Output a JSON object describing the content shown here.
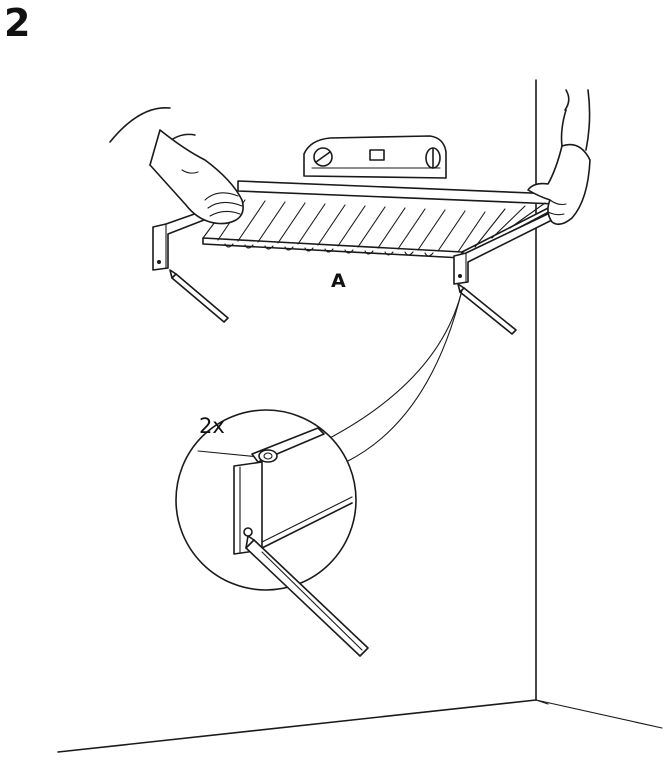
{
  "step": {
    "number": "2"
  },
  "part_label": "A",
  "detail": {
    "quantity": "2x"
  },
  "icons": {
    "hands": "hand-icon",
    "shelf": "wire-shelf",
    "level": "spirit-level-icon",
    "pencil": "pencil-icon",
    "bracket": "wall-bracket"
  },
  "colors": {
    "ink": "#1a1a1a",
    "background": "#ffffff"
  }
}
